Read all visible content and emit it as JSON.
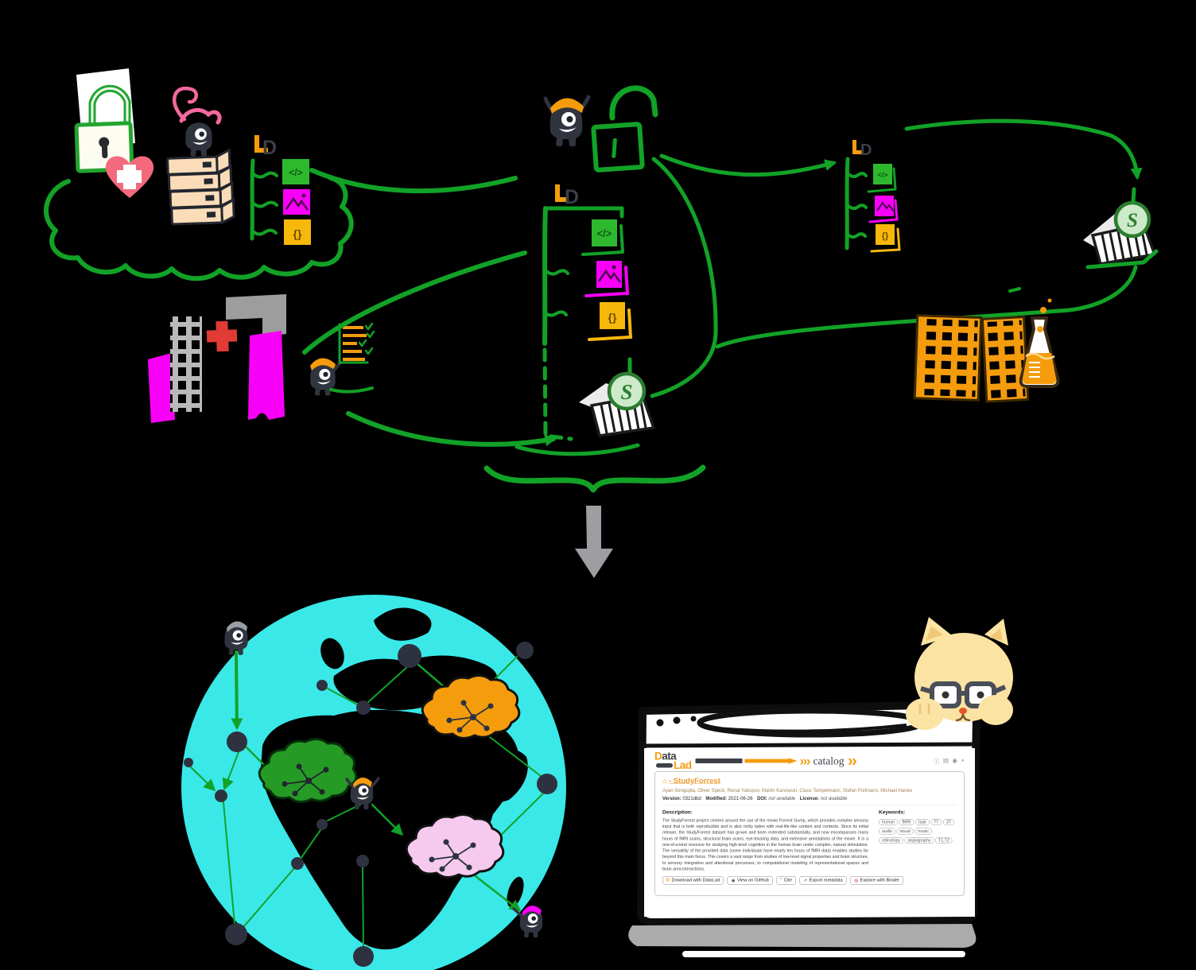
{
  "diagram": {
    "colors": {
      "green": "#12a227",
      "magenta": "#f800f8",
      "orange": "#f59c0d",
      "yellow": "#f7b80c",
      "icon_green": "#2eb82e",
      "cyan": "#3ae8e8",
      "pink_cloud": "#f6c9ef",
      "green_cloud": "#259b25",
      "dark": "#30343f",
      "node": "#2e3240",
      "gray": "#a9a9a9",
      "red_cross": "#e23b35",
      "heart": "#f4697e",
      "peach": "#fbdcb9",
      "hair_pink": "#f4699e",
      "cat": "#fbe3a3"
    },
    "s3_letter": "S",
    "datalad_d": "D",
    "code_glyph": "</>",
    "braces_glyph": "{}"
  },
  "catalog": {
    "logo": {
      "d": "D",
      "rest": "ata",
      "lad": "Lad"
    },
    "nav_label": "catalog",
    "chevrons3": "›››",
    "chevrons2": "››",
    "header_icons": [
      {
        "glyph": "ⓘ",
        "name": "info-icon"
      },
      {
        "glyph": "▤",
        "name": "metadata-file-icon"
      },
      {
        "glyph": "◉",
        "name": "github-icon"
      },
      {
        "glyph": "◗",
        "name": "twitter-icon"
      }
    ],
    "page": {
      "home_glyph": "⌂",
      "title": "- StudyForrest",
      "authors": "Ayan Sengupta, Oliver Speck, Renat Yakupov, Martin Kanowski, Claus Tempelmann, Stefan Pollmann, Michael Hanke",
      "version_label": "Version:",
      "version": "0321dbd",
      "modified_label": "Modified:",
      "modified": "2021-06-26",
      "doi_label": "DOI:",
      "doi": "not available",
      "license_label": "License:",
      "license": "not available",
      "description_label": "Description:",
      "description": "The StudyForrest project centers around the use of the movie Forrest Gump, which provides complex sensory input that is both reproducible and is also richly laden with real-life-like content and contexts. Since its initial release, the StudyForrest dataset has grown and been extended substantially, and now encompasses many hours of fMRI scans, structural brain scans, eye-tracking data, and extensive annotations of the movie. It is a one-of-a-kind resource for studying high-level cognition in the human brain under complex, natural stimulation. The versatility of the provided data (some individuals have nearly ten hours of fMRI data) enables studies far beyond this main focus. This covers a vast range from studies of low-level signal properties and brain structure, to sensory integration and attentional processes, to computational modeling of representational spaces and brain area interactions.",
      "keywords_label": "Keywords:",
      "keywords": [
        "human",
        "fMRI",
        "task",
        "7T",
        "3T",
        "audio",
        "visual",
        "music",
        "retinotopy",
        "angiography",
        "T1,T2"
      ],
      "buttons": [
        {
          "glyph": "D",
          "label": "Download with DataLad"
        },
        {
          "glyph": "◉",
          "label": "View on GitHub"
        },
        {
          "glyph": "”",
          "label": "Cite"
        },
        {
          "glyph": "↗",
          "label": "Export metadata"
        },
        {
          "glyph": "◎",
          "label": "Explore with Binder"
        }
      ]
    }
  }
}
